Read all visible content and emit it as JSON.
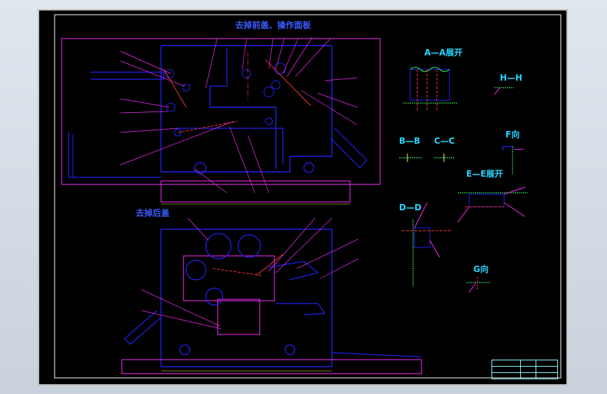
{
  "drawing": {
    "view_front_title": "去掉前盖、操作面板",
    "view_rear_title": "去掉后盖",
    "section_aa": "A—A展开",
    "section_hh": "H—H",
    "section_bb": "B—B",
    "section_cc": "C—C",
    "view_f": "F向",
    "section_ee": "E—E展开",
    "section_dd": "D—D",
    "view_g": "G向"
  },
  "colors": {
    "frame": "#ffffff",
    "body": "#2222ee",
    "leader": "#ff2bff",
    "center": "#ff3333",
    "hatch": "#33ff66",
    "dimension": "#ffff44",
    "title_text": "#3a5bff",
    "section_text": "#23d5ff"
  }
}
